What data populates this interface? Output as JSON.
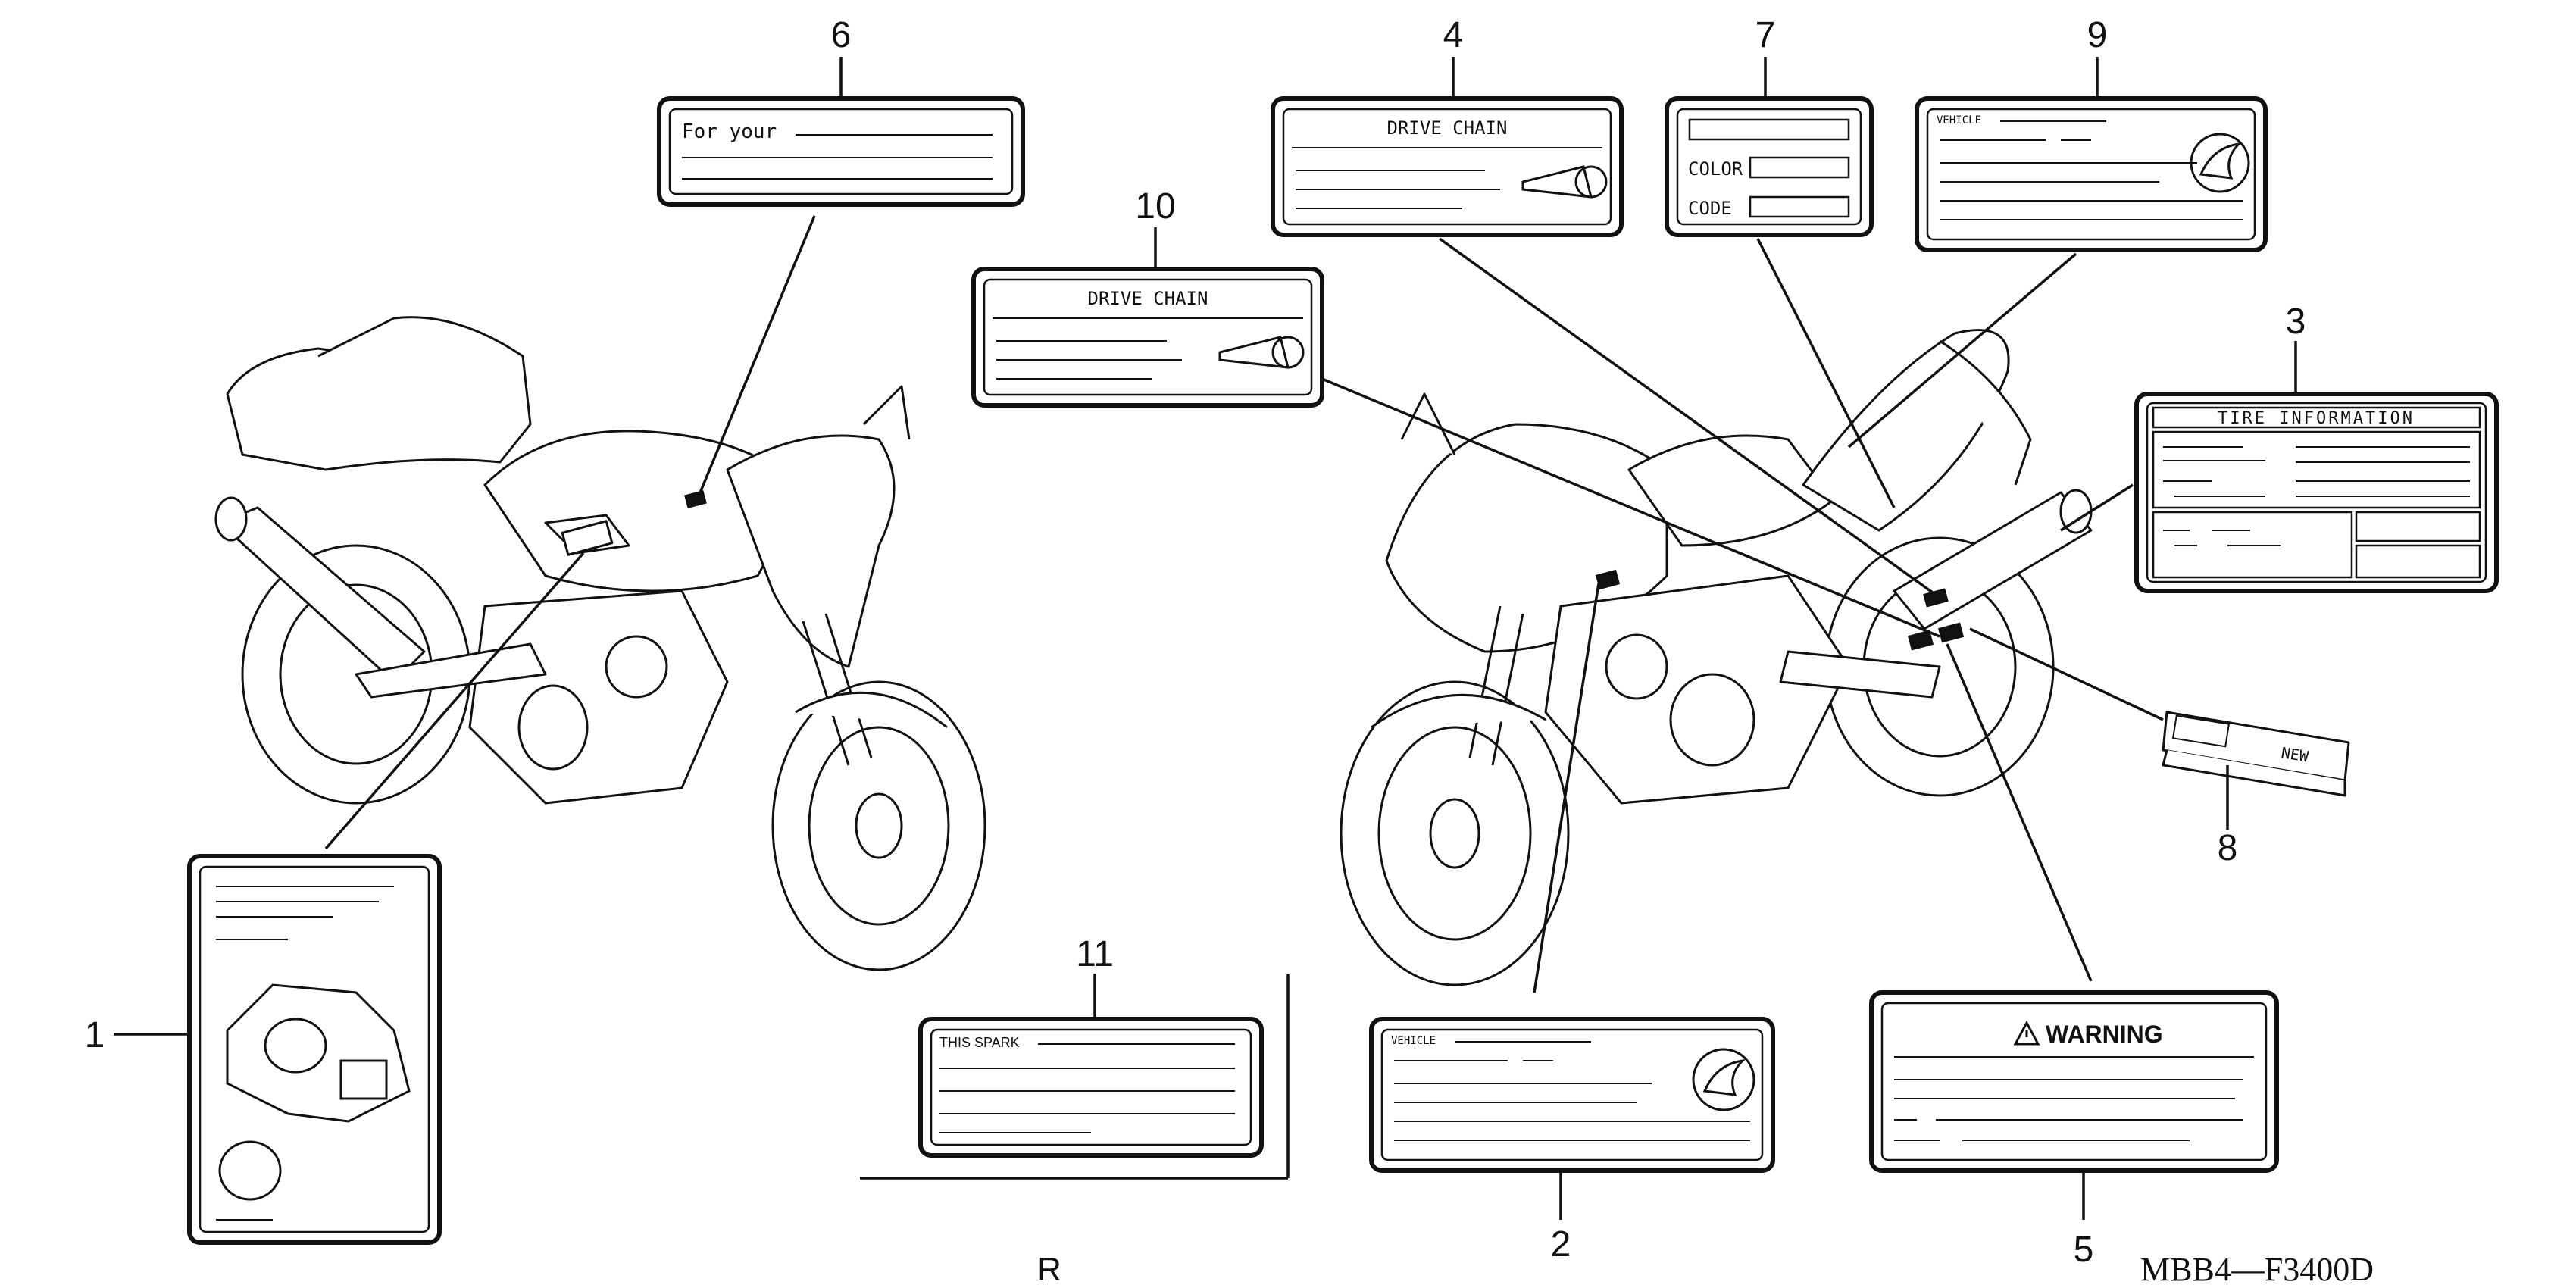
{
  "diagram": {
    "drawing_code": "MBB4—F3400D",
    "view_marker": "R"
  },
  "labels": [
    {
      "number": "1"
    },
    {
      "number": "2",
      "header": "VEHICLE"
    },
    {
      "number": "3",
      "header": "TIRE INFORMATION"
    },
    {
      "number": "4",
      "header": "DRIVE CHAIN"
    },
    {
      "number": "5",
      "header": "WARNING"
    },
    {
      "number": "6",
      "header": "For your"
    },
    {
      "number": "7",
      "field_1": "COLOR",
      "field_2": "CODE"
    },
    {
      "number": "8",
      "header": "NEW"
    },
    {
      "number": "9",
      "header": "VEHICLE"
    },
    {
      "number": "10",
      "header": "DRIVE CHAIN"
    },
    {
      "number": "11",
      "header": "THIS SPARK"
    }
  ],
  "icons": [
    "honda-wing-logo-icon",
    "warning-triangle-icon",
    "chain-tensioner-icon"
  ]
}
